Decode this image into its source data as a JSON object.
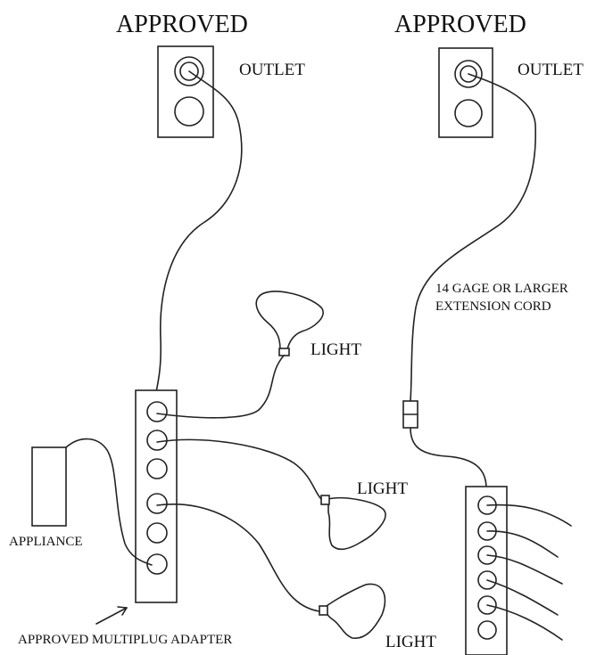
{
  "left_panel": {
    "heading": "APPROVED",
    "outlet_label": "OUTLET",
    "light_labels": [
      "LIGHT",
      "LIGHT",
      "LIGHT"
    ],
    "appliance_label": "APPLIANCE",
    "adapter_label": "APPROVED MULTIPLUG ADAPTER"
  },
  "right_panel": {
    "heading": "APPROVED",
    "outlet_label": "OUTLET",
    "cord_label_line1": "14 GAGE OR LARGER",
    "cord_label_line2": "EXTENSION CORD"
  },
  "colors": {
    "ink": "#222222",
    "background": "#ffffff"
  }
}
